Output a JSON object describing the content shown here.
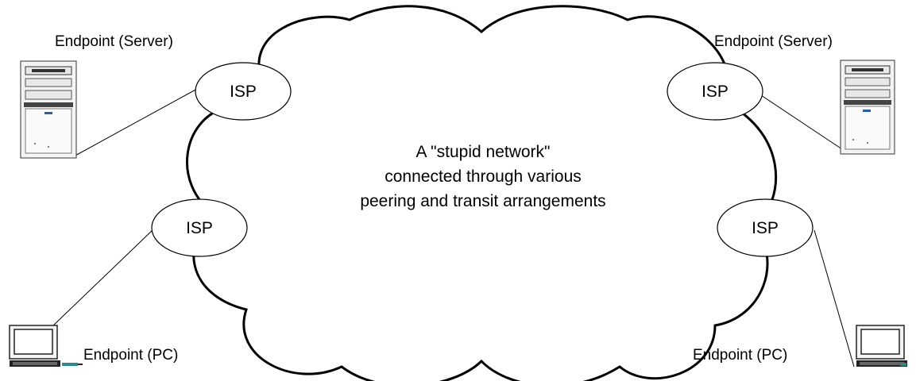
{
  "cloud": {
    "text_lines": [
      "A \"stupid network\"",
      "connected through various",
      "peering and transit arrangements"
    ]
  },
  "isp_label": "ISP",
  "endpoints": {
    "server_left": "Endpoint (Server)",
    "server_right": "Endpoint (Server)",
    "pc_left": "Endpoint (PC)",
    "pc_right": "Endpoint (PC)"
  },
  "colors": {
    "line": "#000000",
    "case_fill": "#f2f2f2",
    "case_stroke": "#555555",
    "led_blue": "#2a5caa",
    "plug_teal": "#2a8a8a"
  }
}
